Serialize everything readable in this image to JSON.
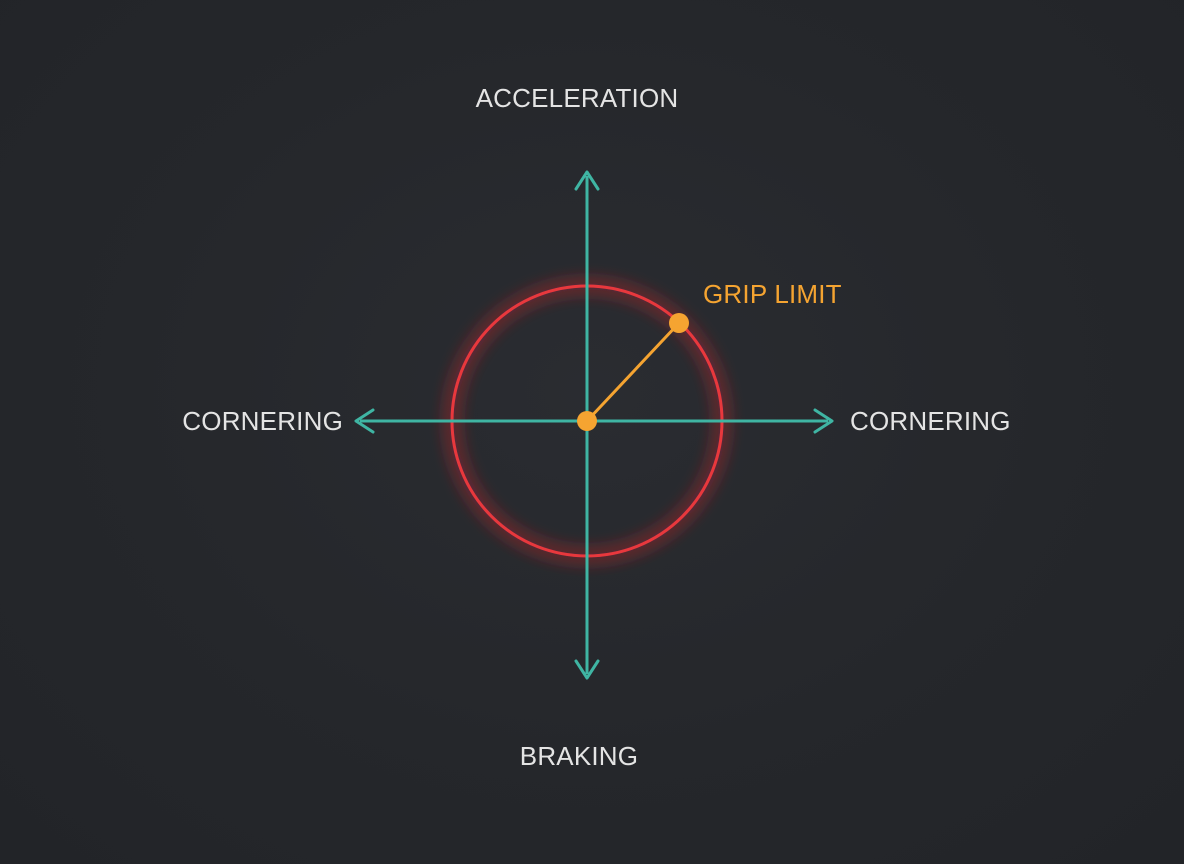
{
  "labels": {
    "top": "ACCELERATION",
    "bottom": "BRAKING",
    "left": "CORNERING",
    "right": "CORNERING",
    "grip": "GRIP LIMIT"
  },
  "colors": {
    "background": "#25272b",
    "axis": "#3fb5a3",
    "circle": "#e8383d",
    "grip": "#f5a431",
    "text": "#e4e4e4"
  }
}
